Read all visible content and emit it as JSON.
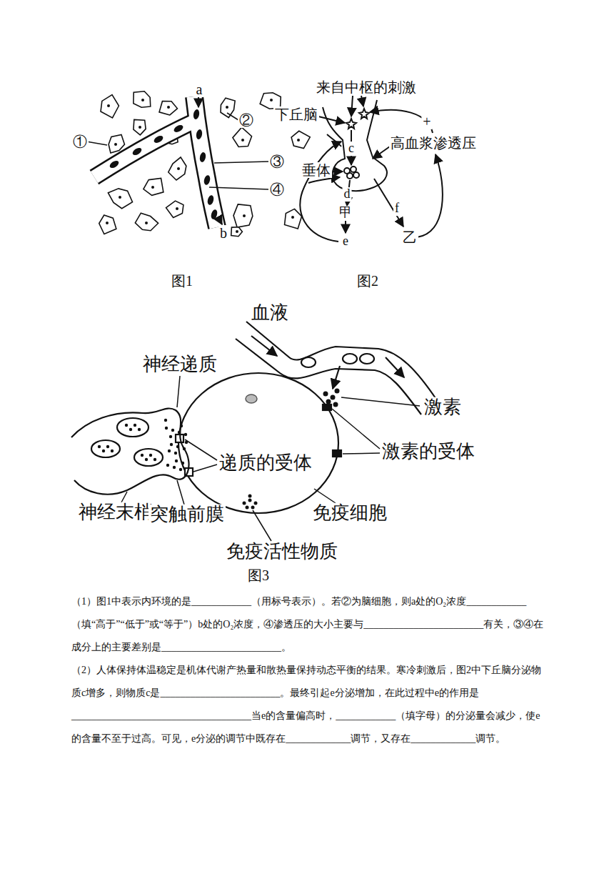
{
  "diagram": {
    "labels": [
      "a",
      "②",
      "①",
      "③",
      "④",
      "b",
      "图1",
      "来自中枢的刺激",
      "下丘脑",
      "+",
      "高血浆渗透压",
      "c",
      "垂体",
      "d",
      "f",
      "甲",
      "乙",
      "e",
      "图2",
      "血液",
      "神经递质",
      "激素",
      "递质的受体",
      "激素的受体",
      "神经末梢",
      "突触前膜",
      "免疫细胞",
      "免疫活性物质",
      "图3",
      "（1）图1中表示内环境的是____________（用标号表示）。若②为脑细胞，则a处的O₂浓度____________（填“高于”“低于”或“等于”）b处的O₂浓度，④渗透压的大小主要与________________________有关，③④在成分上的主要差别是________________________。",
      "（2）人体保持体温稳定是机体代谢产热量和散热量保持动态平衡的结果。寒冷刺激后，图2中下丘脑分泌物质c增多，则物质c是________________________。最终引起e分泌增加，在此过程中e的作用是____________________________________当e的含量偏高时，____________（填字母）的分泌量会减少，使e的含量不至于过高。可见，e分泌的调节中既存在_____________调节，又存在_____________调节。"
    ]
  }
}
